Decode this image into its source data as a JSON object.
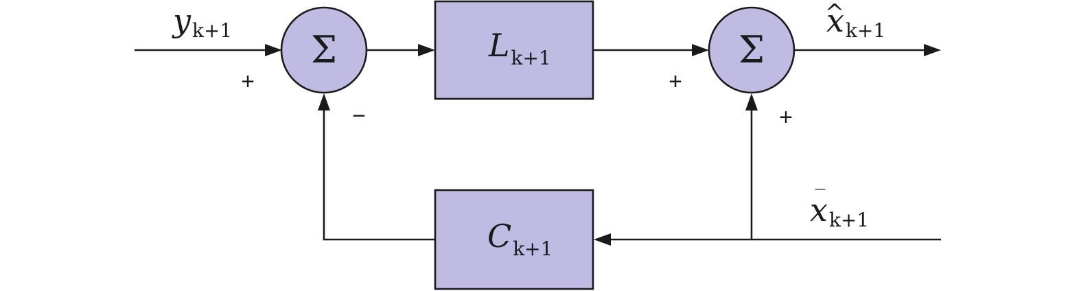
{
  "signals": {
    "input": {
      "symbol": "y",
      "subscript": "k+1"
    },
    "output": {
      "symbol": "x",
      "accent": "^",
      "subscript": "k+1"
    },
    "prior": {
      "symbol": "x",
      "accent": "‾",
      "subscript": "k+1"
    }
  },
  "blocks": {
    "gain": {
      "symbol": "L",
      "subscript": "k+1"
    },
    "measurement": {
      "symbol": "C",
      "subscript": "k+1"
    }
  },
  "summers": {
    "left": {
      "symbol": "Σ",
      "sign_input": "+",
      "sign_feedback": "−"
    },
    "right": {
      "symbol": "Σ",
      "sign_input": "+",
      "sign_prior": "+"
    }
  },
  "colors": {
    "fill": "#bfbbe3",
    "stroke": "#1a1a1a"
  }
}
